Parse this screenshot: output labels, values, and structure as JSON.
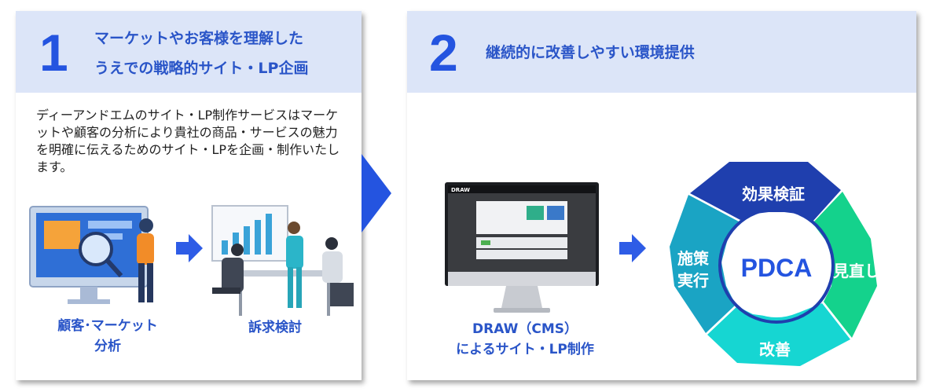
{
  "step1": {
    "number": "1",
    "title_line1": "マーケットやお客様を理解した",
    "title_line2": "うえでの戦略的サイト・LP企画",
    "description": "ディーアンドエムのサイト・LP制作サービスはマーケットや顧客の分析により貴社の商品・サービスの魅力を明確に伝えるためのサイト・LPを企画・制作いたします。",
    "caption_analysis": "顧客･マーケット\n分析",
    "caption_appeal": "訴求検討"
  },
  "step2": {
    "number": "2",
    "title": "継続的に改善しやすい環境提供",
    "caption_cms": "DRAW（CMS）\nによるサイト・LP制作",
    "monitor_brand": "DRAW"
  },
  "pdca": {
    "center": "PDCA",
    "top": "効果検証",
    "right": "見直し",
    "bottom": "改善",
    "left_line1": "施策",
    "left_line2": "実行"
  },
  "colors": {
    "accent_blue": "#2454e0",
    "header_bg": "#dce5f8",
    "caption_blue": "#2a55c8",
    "cycle_navy": "#1f3fae",
    "cycle_green": "#14d28c",
    "cycle_cyan": "#16d6d2",
    "cycle_teal": "#1aa4c4"
  }
}
